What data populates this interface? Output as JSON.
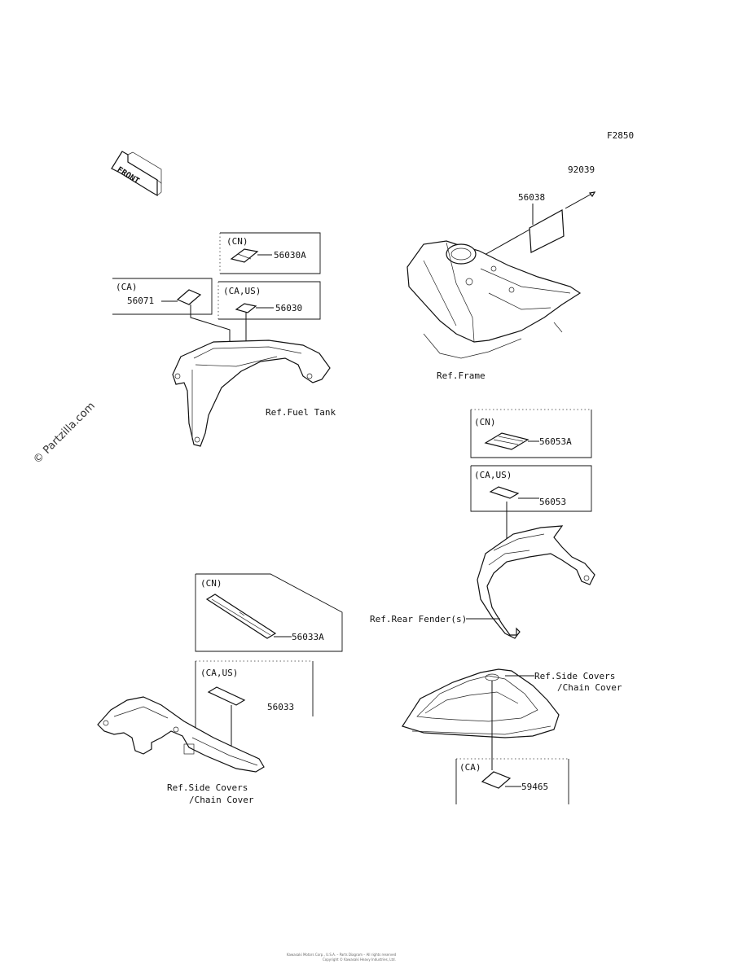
{
  "figure_code": "F2850",
  "front_label": "FRONT",
  "watermark": "© Partzilla.com",
  "callouts": {
    "p92039": "92039",
    "p56038": "56038",
    "p56030A": "56030A",
    "p56071": "56071",
    "p56030": "56030",
    "p56053A": "56053A",
    "p56053": "56053",
    "p56033A": "56033A",
    "p56033": "56033",
    "p59465": "59465"
  },
  "region_tags": {
    "cn_tank": "(CN)",
    "ca_tank": "(CA)",
    "caus_tank": "(CA,US)",
    "cn_fender": "(CN)",
    "caus_fender": "(CA,US)",
    "cn_chain": "(CN)",
    "caus_chain": "(CA,US)",
    "ca_cover": "(CA)"
  },
  "references": {
    "fuel_tank": "Ref.Fuel Tank",
    "frame": "Ref.Frame",
    "rear_fender": "Ref.Rear Fender(s)",
    "side_covers_right_1": "Ref.Side Covers",
    "side_covers_right_2": "/Chain Cover",
    "side_covers_left_1": "Ref.Side Covers",
    "side_covers_left_2": "/Chain Cover"
  },
  "footer": {
    "line1": "Kawasaki Motors Corp., U.S.A. – Parts Diagram – All rights reserved",
    "line2": "Copyright © Kawasaki Heavy Industries, Ltd."
  }
}
